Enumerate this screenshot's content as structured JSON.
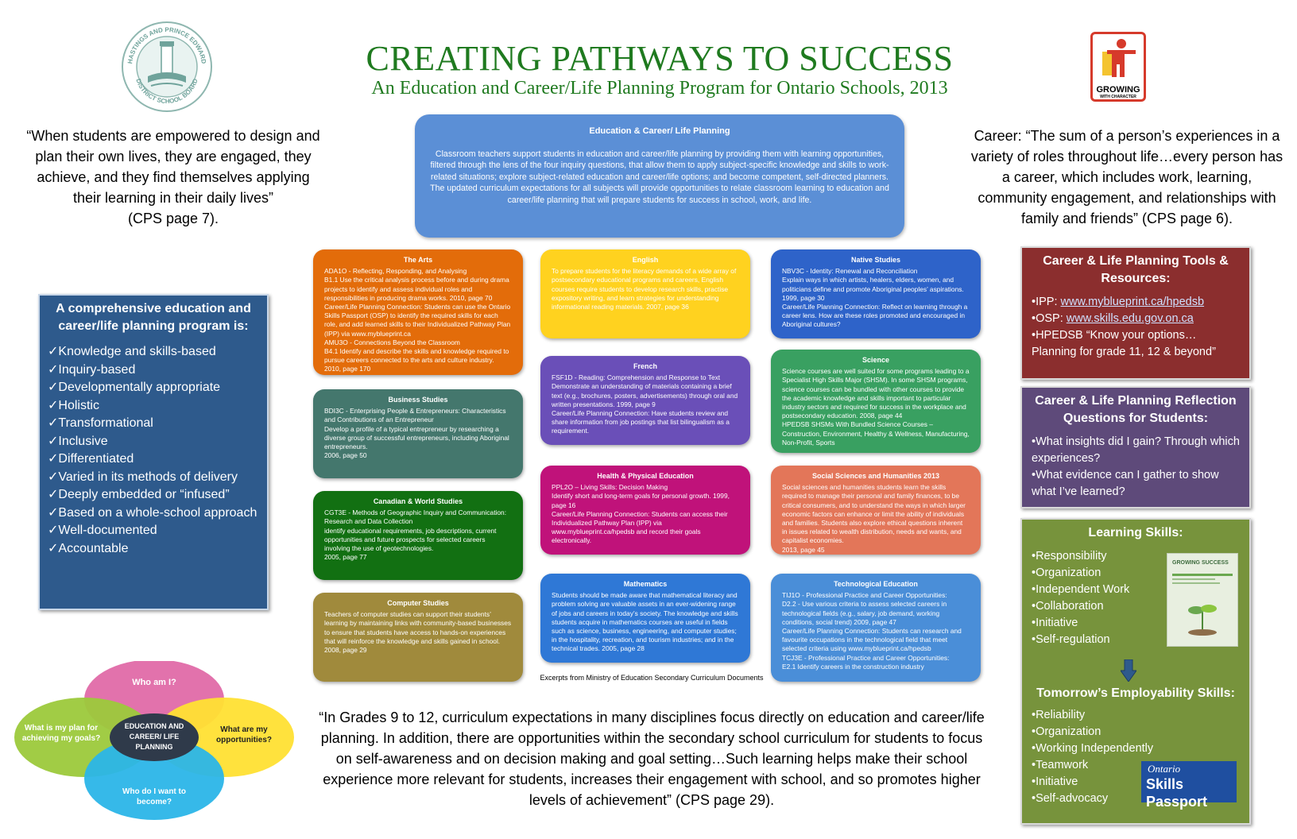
{
  "header": {
    "title": "CREATING PATHWAYS TO SUCCESS",
    "subtitle": "An Education and Career/Life Planning Program for Ontario Schools, 2013"
  },
  "logos": {
    "board_text_top": "HASTINGS AND PRINCE EDWARD",
    "board_text_bottom": "DISTRICT SCHOOL BOARD",
    "growing_line1": "GROWING",
    "growing_line2": "WITH CHARACTER",
    "osp_top": "Ontario",
    "osp_main": "Skills Passport"
  },
  "quotes": {
    "left": "“When students are empowered to design and plan their own lives, they are engaged, they achieve, and they find themselves applying their learning in their daily lives”",
    "left_cite": "(CPS page 7).",
    "right": "Career:  “The sum of a person’s experiences in a variety of roles throughout life…every person has a career, which includes work, learning, community engagement, and relationships with family and friends” (CPS page 6).",
    "bottom": "“In Grades 9 to 12, curriculum expectations in many disciplines focus directly on education and career/life planning. In addition, there are opportunities  within the secondary school curriculum for students to focus on self-awareness and on decision making and goal setting…Such learning helps make their school experience more relevant for students, increases their engagement with school, and so promotes higher levels of achievement” (CPS page 29)."
  },
  "program": {
    "title": "A comprehensive education and career/life planning program is:",
    "items": [
      "✓Knowledge and skills-based",
      "✓Inquiry-based",
      "✓Developmentally appropriate",
      "✓Holistic",
      "✓Transformational",
      "✓Inclusive",
      "✓Differentiated",
      "✓Varied in its methods of delivery",
      "✓Deeply embedded or “infused”",
      "✓Based on a whole-school approach",
      "✓Well-documented",
      "✓Accountable"
    ]
  },
  "intro": {
    "title": "Education & Career/ Life Planning",
    "body": "Classroom teachers support students in education and career/life planning by providing them with learning opportunities, filtered through the lens of the four inquiry questions, that allow them to apply subject-specific knowledge and skills to work-related situations;  explore subject-related education and career/life options; and become competent, self-directed planners. The updated curriculum expectations for all subjects will provide opportunities to relate classroom learning to education and career/life planning that will prepare students for success in school, work, and life."
  },
  "subjects": {
    "arts": {
      "title": "The Arts",
      "body": "ADA1O - Reflecting, Responding, and Analysing\nB1.1  Use the critical analysis process before and during drama projects to identify and assess individual roles and responsibilities in producing drama works.   2010, page 70\nCareer/Life Planning Connection: Students can use the Ontario Skills Passport (OSP) to identify the required skills for each role, and add learned skills to their Individualized Pathway Plan (IPP) via www.myblueprint.ca\nAMU3O - Connections Beyond the Classroom\nB4.1  Identify and describe the skills and knowledge required to pursue careers connected to the arts and culture industry.                                   2010, page 170"
    },
    "english": {
      "title": "English",
      "body": "To prepare students for the literacy demands of a wide array of postsecondary educational programs and careers, English courses require students to develop research skills, practise expository writing, and learn strategies for understanding informational reading materials.                       2007, page 36"
    },
    "native": {
      "title": "Native Studies",
      "body": "NBV3C - Identity:  Renewal and Reconciliation\nExplain ways in which artists, healers, elders, women, and politicians define and promote Aboriginal peoples’ aspirations.                              1999, page 30\nCareer/Life Planning Connection:  Reflect on learning through a career lens.  How are these roles promoted and encouraged in Aboriginal cultures?"
    },
    "business": {
      "title": "Business Studies",
      "body": "BDI3C - Enterprising  People & Entrepreneurs: Characteristics  and Contributions  of an Entrepreneur\nDevelop a profile of a typical entrepreneur by researching a diverse group of successful entrepreneurs, including  Aboriginal entrepreneurs.\n                                                          2006, page 50"
    },
    "french": {
      "title": "French",
      "body": "FSF1D - Reading:  Comprehension and Response to Text\nDemonstrate  an understanding  of materials containing a brief text (e.g., brochures,  posters, advertisements) through oral and written presentations.      1999, page 9\nCareer/Life Planning Connection:  Have students review and share information  from job postings  that list bilingualism  as a requirement."
    },
    "science": {
      "title": "Science",
      "body": "Science courses are well suited for some programs leading to a Specialist High Skills Major (SHSM). In some SHSM programs, science courses can be bundled with other courses to provide the academic knowledge and skills important to particular industry sectors and required for success in the workplace and postsecondary education.  2008, page 44\nHPEDSB SHSMs With Bundled Science Courses – Construction, Environment, Healthy & Wellness, Manufacturing, Non-Profit, Sports"
    },
    "canadian": {
      "title": "Canadian & World Studies",
      "body": "CGT3E - Methods of Geographic  Inquiry and Communication:   Research and Data Collection\nidentify educational requirements, job descriptions, current opportunities and future prospects for selected careers involving the use of geotechnologies.\n                                                          2005,  page 77"
    },
    "health": {
      "title": "Health & Physical Education",
      "body": "PPL2O – Living Skills:  Decision Making\nIdentify short and long-term goals for personal growth.  1999, page 16\nCareer/Life Planning Connection:  Students can access their Individualized Pathway Plan (IPP) via www.myblueprint.ca/hpedsb  and record their goals electronically."
    },
    "social": {
      "title": "Social Sciences and Humanities 2013",
      "body": "Social sciences and humanities students learn the skills required to manage  their personal and family finances, to be critical consumers, and to understand the ways in which larger economic factors can enhance or limit the ability of individuals and families. Students also explore ethical questions inherent in issues related to wealth distribution, needs and wants, and capitalist economies.\n                                                              2013, page 45"
    },
    "computer": {
      "title": "Computer Studies",
      "body": "Teachers of computer  studies can support their students’ learning by maintaining links with community-based businesses to ensure that students have access to hands-on experiences that will reinforce the knowledge and skills gained in school.\n                                                              2008, page 29"
    },
    "math": {
      "title": "Mathematics",
      "body": "Students should be made aware that mathematical literacy and problem solving are valuable assets in an ever-widening range of jobs and careers in today’s society. The knowledge and skills students acquire in mathematics courses are useful in fields such as science, business, engineering, and computer studies; in the hospitality, recreation, and tourism industries; and in the technical trades.                  2005, page 28"
    },
    "tech": {
      "title": "Technological Education",
      "body": "TIJ1O - Professional Practice and Career Opportunities:\nD2.2 - Use various criteria to assess selected careers in technological fields (e.g., salary, job demand, working conditions, social trend)                              2009, page 47\nCareer/Life Planning Connection:  Students can research and favourite occupations in the technological field that meet selected criteria using www.myblueprint.ca/hpedsb\nTCJ3E - Professional Practice and Career Opportunities:\nE2.1 Identify careers in the construction industry"
    }
  },
  "excerpts_note": "Excerpts from Ministry of Education Secondary Curriculum Documents",
  "tools": {
    "title": "Career & Life Planning Tools & Resources:",
    "ipp_label": "•IPP:",
    "ipp_link": "www.myblueprint.ca/hpedsb",
    "osp_label": "•OSP:",
    "osp_link": "www.skills.edu.gov.on.ca",
    "hpedsb": "•HPEDSB “Know your options…Planning for grade 11, 12 & beyond”"
  },
  "reflection": {
    "title": "Career & Life Planning Reflection Questions for Students:",
    "items": [
      "•What insights did I gain?  Through which experiences?",
      "•What evidence can I gather to show what I’ve learned?"
    ]
  },
  "learning": {
    "title": "Learning Skills:",
    "items": [
      "•Responsibility",
      "•Organization",
      "•Independent Work",
      "•Collaboration",
      "•Initiative",
      "•Self-regulation"
    ],
    "tomorrow_title": "Tomorrow’s Employability Skills:",
    "tomorrow_items": [
      "•Reliability",
      "•Organization",
      "•Working Independently",
      "•Teamwork",
      "•Initiative",
      "•Self-advocacy"
    ],
    "book_title": "GROWING SUCCESS"
  },
  "venn": {
    "top": "Who am I?",
    "left": "What is my plan for achieving my goals?",
    "right": "What are my opportunities?",
    "bottom": "Who do I want to become?",
    "center": "EDUCATION AND CAREER/ LIFE PLANNING"
  },
  "colors": {
    "title_green": "#1f7a1f",
    "program_blue": "#2e5a8c",
    "tools_red": "#8b2e2e",
    "reflect_purple": "#5e4a7a",
    "learning_green": "#77933c",
    "venn_pink": "#e06aa8",
    "venn_yellow": "#ffe033",
    "venn_cyan": "#2bb5e8",
    "venn_lime": "#9cc93b",
    "venn_center": "#2f3a4a"
  }
}
